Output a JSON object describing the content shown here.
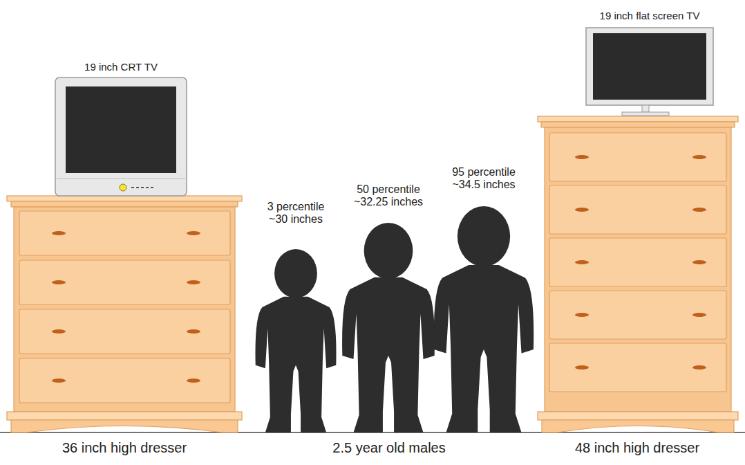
{
  "diagram": {
    "labels": [
      "19 inch CRT TV",
      "19 inch flat screen TV",
      "3 percentile ~30 inches",
      "50 percentile ~32.25 inches",
      "95 percentile ~34.5 inches",
      "36 inch high dresser",
      "2.5 year old males",
      "48 inch high dresser"
    ]
  }
}
